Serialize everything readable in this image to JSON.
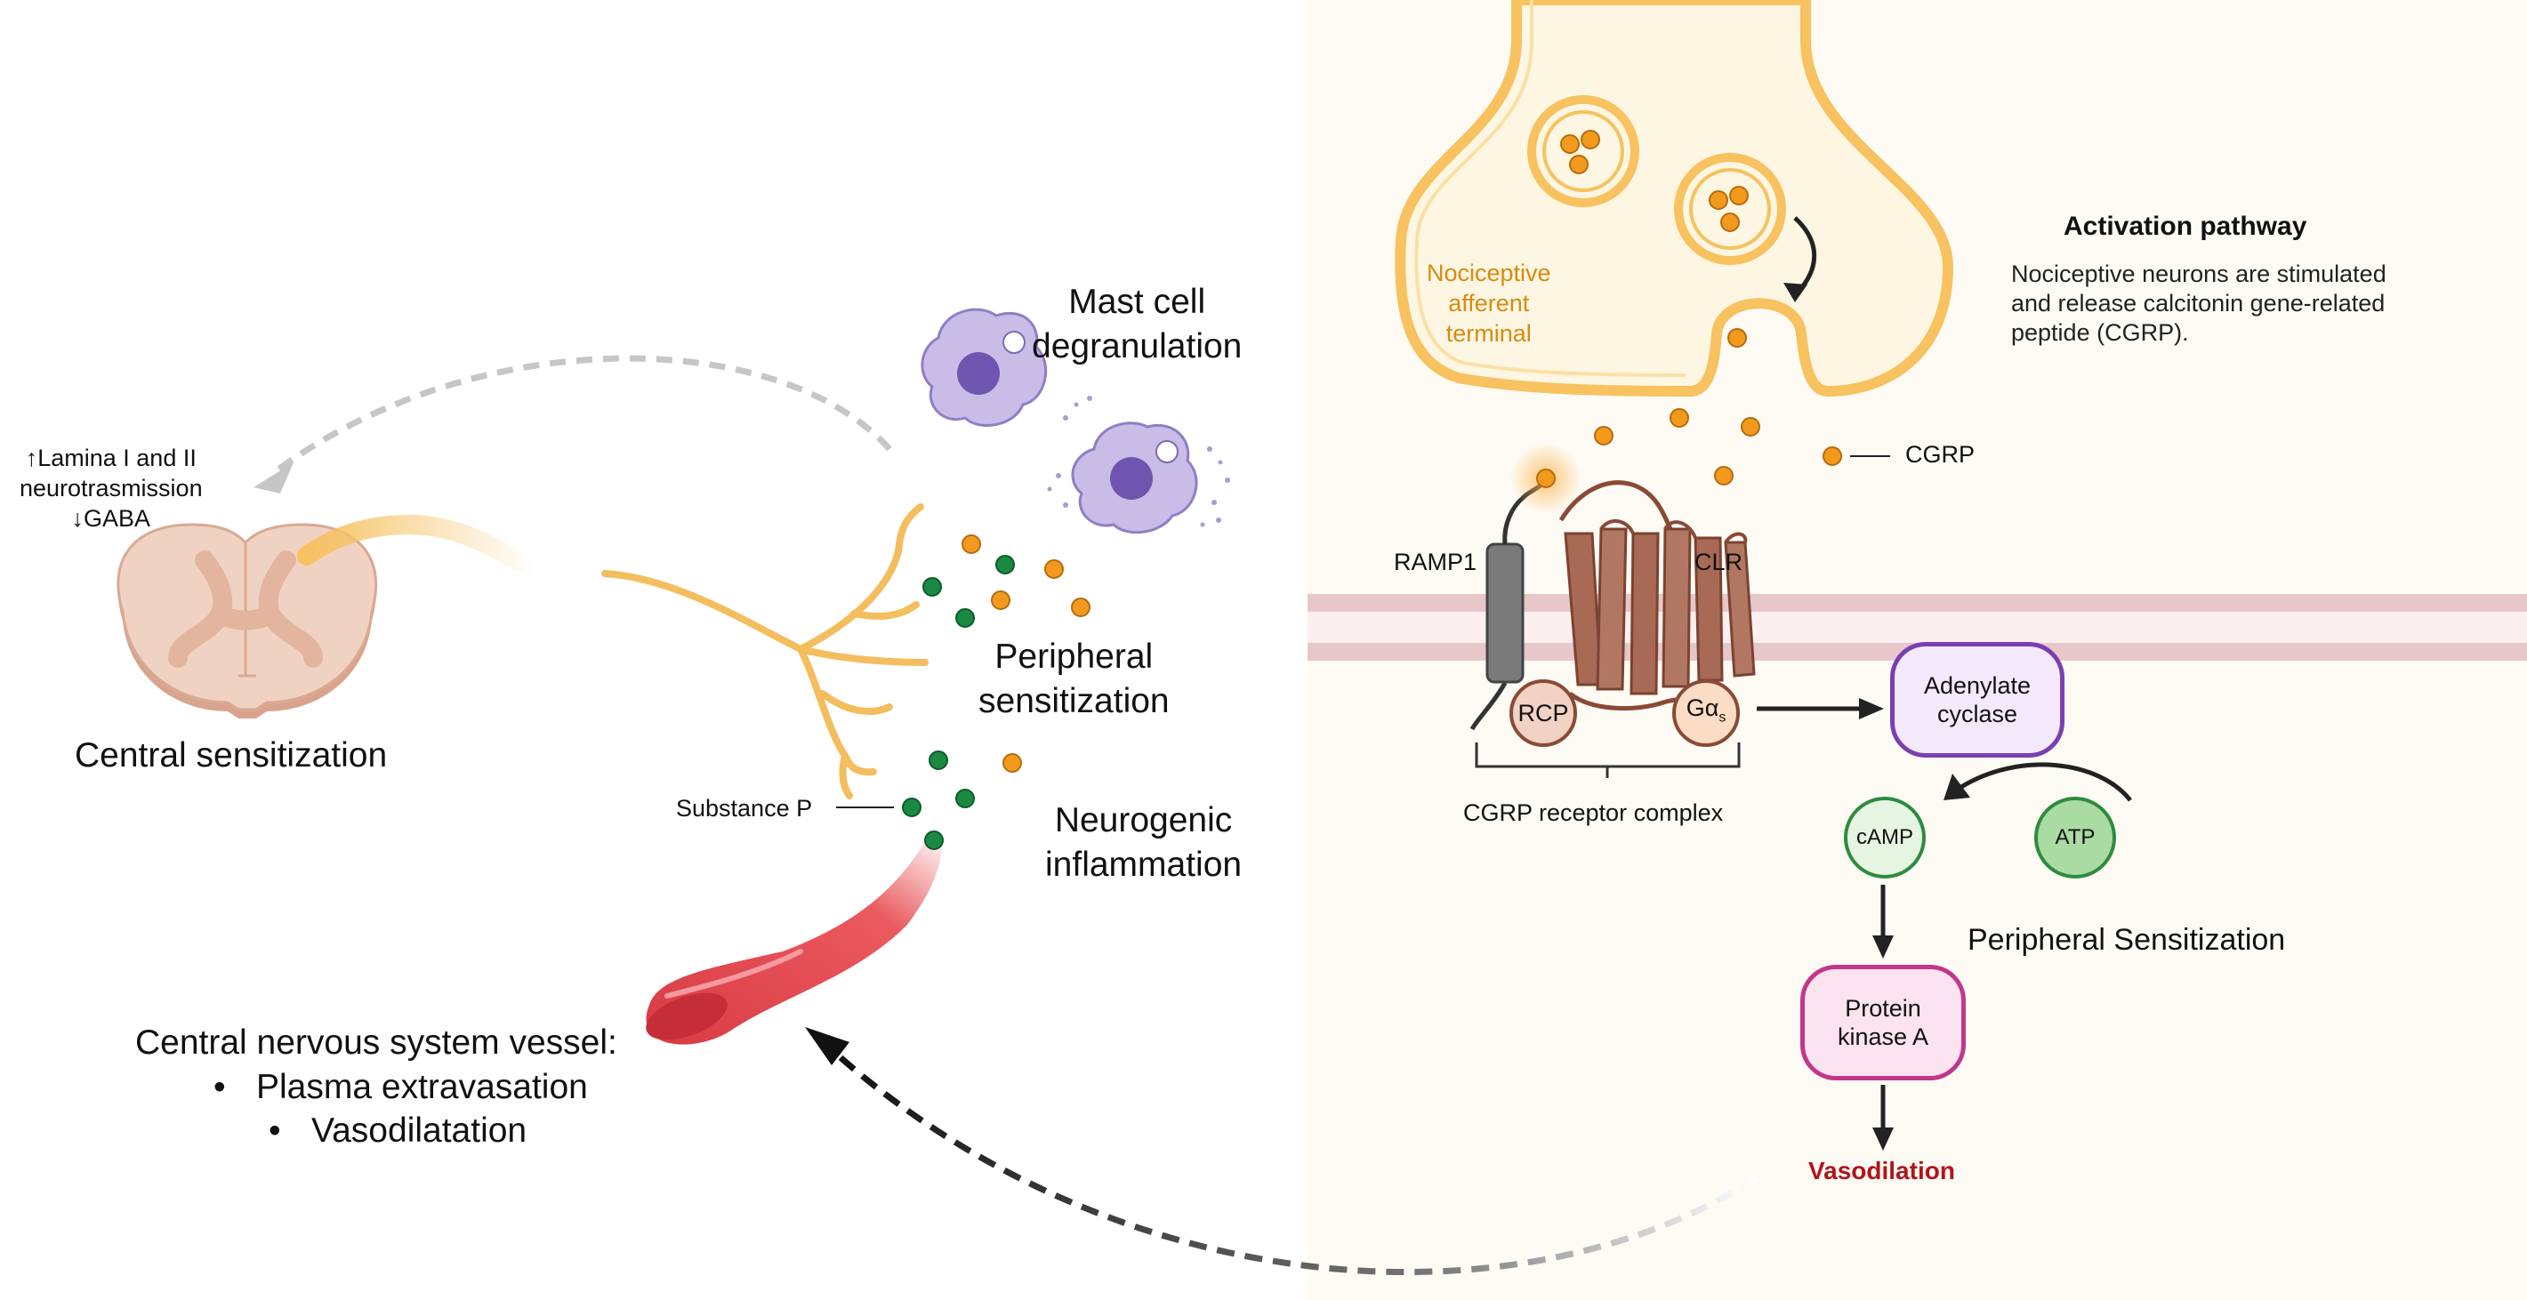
{
  "colors": {
    "cgrp": "#f39a1e",
    "substance_p": "#1a8a43",
    "terminal_fill": "#fdf6e3",
    "terminal_stroke": "#f7c25f",
    "terminal_text": "#d98a12",
    "receptor": "#a86a55",
    "ramp": "#7a7a7a",
    "membrane": "#e7c7c9",
    "adenylate": "#7a3fb0",
    "camp": "#2e8b3e",
    "pka": "#c2378a",
    "vasodilation": "#b3141b",
    "mast": "#b8a8db",
    "spinal": "#e3b59f",
    "vessel": "#e0494f"
  },
  "terminal": {
    "label_lines": [
      "Nociceptive",
      "afferent",
      "terminal"
    ]
  },
  "activation": {
    "title": "Activation pathway",
    "description_lines": [
      "Nociceptive neurons are stimulated",
      "and release calcitonin gene-related",
      "peptide (CGRP)."
    ]
  },
  "cgrp_label": "CGRP",
  "receptor": {
    "ramp1": "RAMP1",
    "clr": "CLR",
    "rcp": "RCP",
    "galpha": "Gα",
    "galpha_sub": "s",
    "complex": "CGRP receptor complex"
  },
  "pathway": {
    "adenylate_lines": [
      "Adenylate",
      "cyclase"
    ],
    "camp": "cAMP",
    "atp": "ATP",
    "pka_lines": [
      "Protein",
      "kinase A"
    ],
    "vasodilation": "Vasodilation",
    "peripheral": "Peripheral Sensitization"
  },
  "left": {
    "mast_lines": [
      "Mast cell",
      "degranulation"
    ],
    "peripheral_lines": [
      "Peripheral",
      "sensitization"
    ],
    "neurogenic_lines": [
      "Neurogenic",
      "inflammation"
    ],
    "substance_p": "Substance P",
    "lamina_lines": [
      "↑Lamina I and II",
      "neurotrasmission",
      "↓GABA"
    ],
    "central": "Central sensitization",
    "cns_title": "Central nervous system vessel:",
    "cns_items": [
      "Plasma extravasation",
      "Vasodilatation"
    ]
  }
}
